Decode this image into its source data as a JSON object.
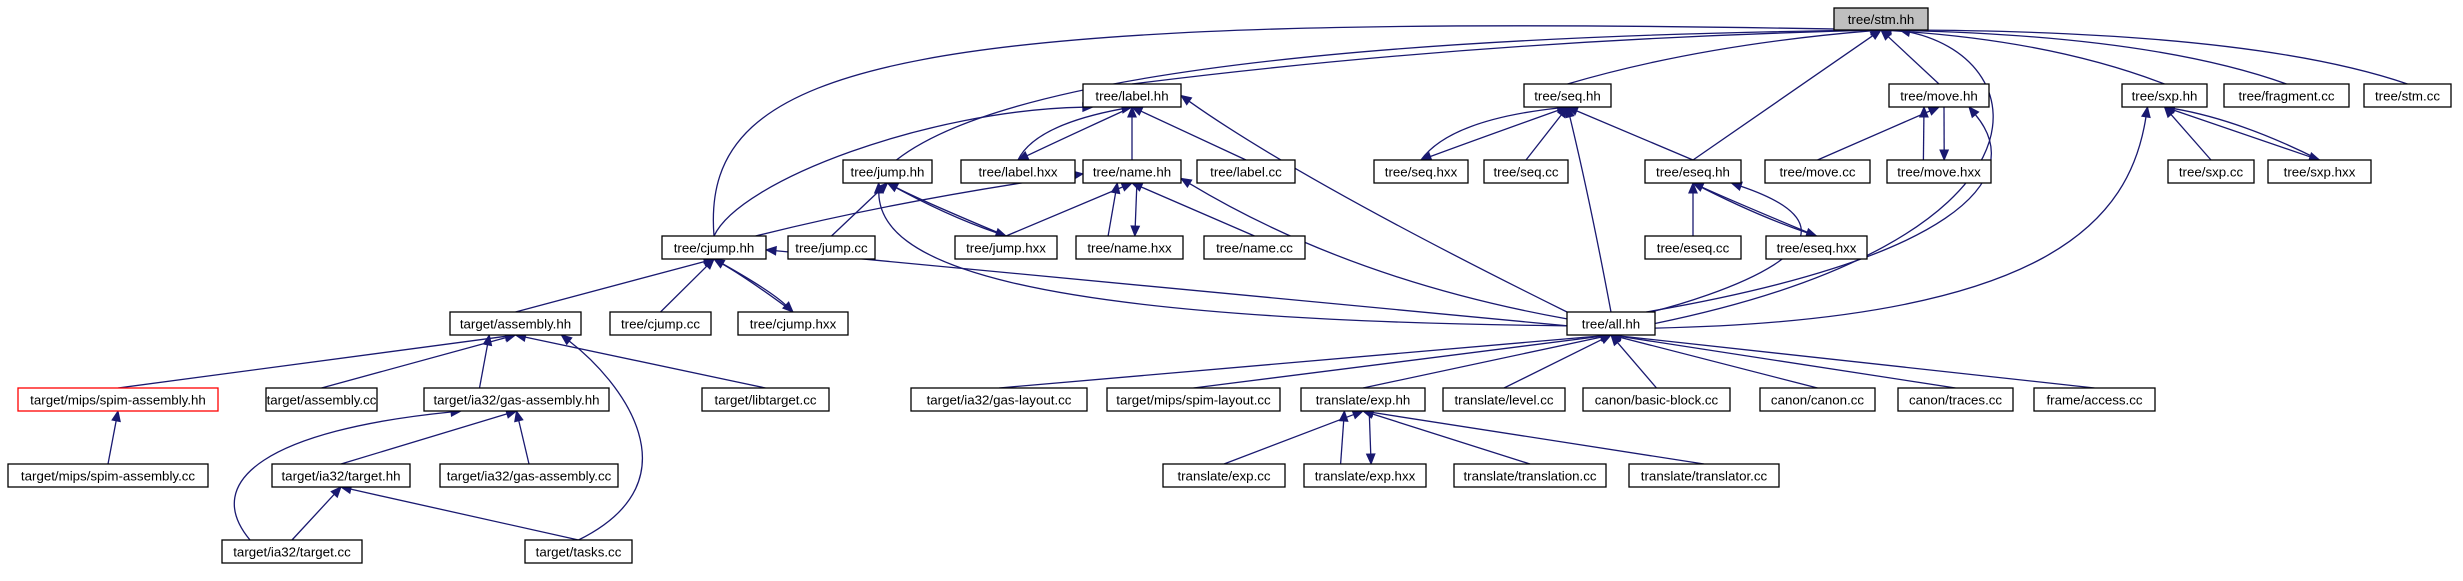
{
  "diagram": {
    "colors": {
      "edge": "#191970",
      "node_border": "#000000",
      "root_fill": "#bfbfbf",
      "highlight_border": "#ff0000"
    },
    "nodes": [
      {
        "id": "stm_hh",
        "label": "tree/stm.hh",
        "style": "root"
      },
      {
        "id": "label_hh",
        "label": "tree/label.hh"
      },
      {
        "id": "seq_hh",
        "label": "tree/seq.hh"
      },
      {
        "id": "move_hh",
        "label": "tree/move.hh"
      },
      {
        "id": "sxp_hh",
        "label": "tree/sxp.hh"
      },
      {
        "id": "fragment_cc",
        "label": "tree/fragment.cc"
      },
      {
        "id": "stm_cc",
        "label": "tree/stm.cc"
      },
      {
        "id": "jump_hh",
        "label": "tree/jump.hh"
      },
      {
        "id": "label_hxx",
        "label": "tree/label.hxx"
      },
      {
        "id": "name_hh",
        "label": "tree/name.hh"
      },
      {
        "id": "label_cc",
        "label": "tree/label.cc"
      },
      {
        "id": "seq_hxx",
        "label": "tree/seq.hxx"
      },
      {
        "id": "seq_cc",
        "label": "tree/seq.cc"
      },
      {
        "id": "eseq_hh",
        "label": "tree/eseq.hh"
      },
      {
        "id": "move_cc",
        "label": "tree/move.cc"
      },
      {
        "id": "move_hxx",
        "label": "tree/move.hxx"
      },
      {
        "id": "sxp_cc",
        "label": "tree/sxp.cc"
      },
      {
        "id": "sxp_hxx",
        "label": "tree/sxp.hxx"
      },
      {
        "id": "cjump_hh",
        "label": "tree/cjump.hh"
      },
      {
        "id": "jump_cc",
        "label": "tree/jump.cc"
      },
      {
        "id": "jump_hxx",
        "label": "tree/jump.hxx"
      },
      {
        "id": "name_hxx",
        "label": "tree/name.hxx"
      },
      {
        "id": "name_cc",
        "label": "tree/name.cc"
      },
      {
        "id": "eseq_cc",
        "label": "tree/eseq.cc"
      },
      {
        "id": "eseq_hxx",
        "label": "tree/eseq.hxx"
      },
      {
        "id": "assembly_hh",
        "label": "target/assembly.hh"
      },
      {
        "id": "cjump_cc",
        "label": "tree/cjump.cc"
      },
      {
        "id": "cjump_hxx",
        "label": "tree/cjump.hxx"
      },
      {
        "id": "all_hh",
        "label": "tree/all.hh"
      },
      {
        "id": "spim_assembly_hh",
        "label": "target/mips/spim-assembly.hh",
        "style": "warn"
      },
      {
        "id": "assembly_cc",
        "label": "target/assembly.cc"
      },
      {
        "id": "gas_assembly_hh",
        "label": "target/ia32/gas-assembly.hh"
      },
      {
        "id": "libtarget_cc",
        "label": "target/libtarget.cc"
      },
      {
        "id": "gas_layout_cc",
        "label": "target/ia32/gas-layout.cc"
      },
      {
        "id": "spim_layout_cc",
        "label": "target/mips/spim-layout.cc"
      },
      {
        "id": "exp_hh",
        "label": "translate/exp.hh"
      },
      {
        "id": "level_cc",
        "label": "translate/level.cc"
      },
      {
        "id": "basic_block_cc",
        "label": "canon/basic-block.cc"
      },
      {
        "id": "canon_cc",
        "label": "canon/canon.cc"
      },
      {
        "id": "traces_cc",
        "label": "canon/traces.cc"
      },
      {
        "id": "access_cc",
        "label": "frame/access.cc"
      },
      {
        "id": "spim_assembly_cc",
        "label": "target/mips/spim-assembly.cc"
      },
      {
        "id": "ia32_target_hh",
        "label": "target/ia32/target.hh"
      },
      {
        "id": "gas_assembly_cc",
        "label": "target/ia32/gas-assembly.cc"
      },
      {
        "id": "exp_cc",
        "label": "translate/exp.cc"
      },
      {
        "id": "exp_hxx",
        "label": "translate/exp.hxx"
      },
      {
        "id": "translation_cc",
        "label": "translate/translation.cc"
      },
      {
        "id": "translator_cc",
        "label": "translate/translator.cc"
      },
      {
        "id": "ia32_target_cc",
        "label": "target/ia32/target.cc"
      },
      {
        "id": "tasks_cc",
        "label": "target/tasks.cc"
      }
    ],
    "edges": [
      [
        "label_hh",
        "stm_hh"
      ],
      [
        "seq_hh",
        "stm_hh"
      ],
      [
        "move_hh",
        "stm_hh"
      ],
      [
        "sxp_hh",
        "stm_hh"
      ],
      [
        "fragment_cc",
        "stm_hh"
      ],
      [
        "stm_cc",
        "stm_hh"
      ],
      [
        "jump_hh",
        "stm_hh"
      ],
      [
        "cjump_hh",
        "stm_hh"
      ],
      [
        "eseq_hh",
        "stm_hh"
      ],
      [
        "all_hh",
        "stm_hh"
      ],
      [
        "label_hxx",
        "label_hh"
      ],
      [
        "label_hh",
        "label_hxx"
      ],
      [
        "name_hh",
        "label_hh"
      ],
      [
        "label_cc",
        "label_hh"
      ],
      [
        "cjump_hh",
        "label_hh"
      ],
      [
        "all_hh",
        "label_hh"
      ],
      [
        "seq_hxx",
        "seq_hh"
      ],
      [
        "seq_hh",
        "seq_hxx"
      ],
      [
        "seq_cc",
        "seq_hh"
      ],
      [
        "eseq_hh",
        "seq_hh"
      ],
      [
        "all_hh",
        "seq_hh"
      ],
      [
        "move_cc",
        "move_hh"
      ],
      [
        "move_hxx",
        "move_hh"
      ],
      [
        "move_hh",
        "move_hxx"
      ],
      [
        "all_hh",
        "move_hh"
      ],
      [
        "sxp_cc",
        "sxp_hh"
      ],
      [
        "sxp_hxx",
        "sxp_hh"
      ],
      [
        "sxp_hh",
        "sxp_hxx"
      ],
      [
        "all_hh",
        "sxp_hh"
      ],
      [
        "jump_cc",
        "jump_hh"
      ],
      [
        "jump_hxx",
        "jump_hh"
      ],
      [
        "jump_hh",
        "jump_hxx"
      ],
      [
        "all_hh",
        "jump_hh"
      ],
      [
        "cjump_hh",
        "name_hh"
      ],
      [
        "jump_hxx",
        "name_hh"
      ],
      [
        "name_hxx",
        "name_hh"
      ],
      [
        "name_hh",
        "name_hxx"
      ],
      [
        "name_cc",
        "name_hh"
      ],
      [
        "all_hh",
        "name_hh"
      ],
      [
        "eseq_cc",
        "eseq_hh"
      ],
      [
        "eseq_hxx",
        "eseq_hh"
      ],
      [
        "eseq_hh",
        "eseq_hxx"
      ],
      [
        "all_hh",
        "eseq_hh"
      ],
      [
        "assembly_hh",
        "cjump_hh"
      ],
      [
        "cjump_cc",
        "cjump_hh"
      ],
      [
        "cjump_hxx",
        "cjump_hh"
      ],
      [
        "cjump_hh",
        "cjump_hxx"
      ],
      [
        "all_hh",
        "cjump_hh"
      ],
      [
        "spim_assembly_hh",
        "assembly_hh"
      ],
      [
        "assembly_cc",
        "assembly_hh"
      ],
      [
        "gas_assembly_hh",
        "assembly_hh"
      ],
      [
        "libtarget_cc",
        "assembly_hh"
      ],
      [
        "tasks_cc",
        "assembly_hh"
      ],
      [
        "gas_layout_cc",
        "all_hh"
      ],
      [
        "spim_layout_cc",
        "all_hh"
      ],
      [
        "exp_hh",
        "all_hh"
      ],
      [
        "level_cc",
        "all_hh"
      ],
      [
        "basic_block_cc",
        "all_hh"
      ],
      [
        "canon_cc",
        "all_hh"
      ],
      [
        "traces_cc",
        "all_hh"
      ],
      [
        "access_cc",
        "all_hh"
      ],
      [
        "spim_assembly_cc",
        "spim_assembly_hh"
      ],
      [
        "ia32_target_hh",
        "gas_assembly_hh"
      ],
      [
        "gas_assembly_cc",
        "gas_assembly_hh"
      ],
      [
        "ia32_target_cc",
        "gas_assembly_hh"
      ],
      [
        "exp_cc",
        "exp_hh"
      ],
      [
        "exp_hxx",
        "exp_hh"
      ],
      [
        "exp_hh",
        "exp_hxx"
      ],
      [
        "translation_cc",
        "exp_hh"
      ],
      [
        "translator_cc",
        "exp_hh"
      ],
      [
        "ia32_target_cc",
        "ia32_target_hh"
      ],
      [
        "tasks_cc",
        "ia32_target_hh"
      ]
    ]
  }
}
